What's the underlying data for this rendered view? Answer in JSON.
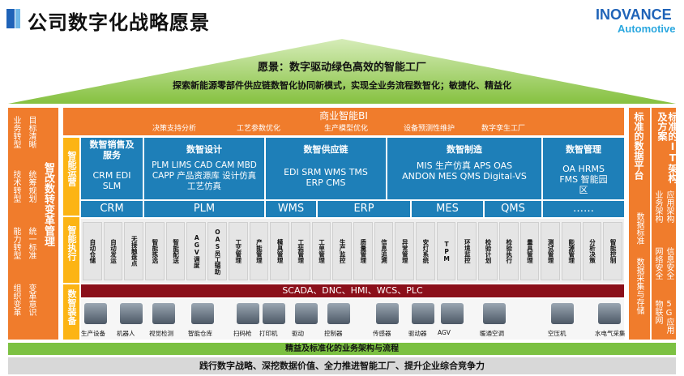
{
  "title": "公司数字化战略愿景",
  "logo": {
    "brand": "INOVANCE",
    "sub": "Automotive"
  },
  "vision": {
    "headline": "愿景：数字驱动绿色高效的智能工厂",
    "tagline": "探索新能源零部件供应链数智化协同新模式，实现全业务流程数智化；敏捷化、精益化"
  },
  "left_panel": {
    "transforms": [
      "业务转型",
      "技术转型",
      "能力转型",
      "组织变革"
    ],
    "goals": [
      "目标清晰",
      "统筹规划",
      "统一标准",
      "变革意识"
    ],
    "title": "智改数转变革管理"
  },
  "bi": {
    "title": "商业智能BI",
    "items": [
      "决策支持分析",
      "工艺参数优化",
      "生产模型优化",
      "设备预测性维护",
      "数字孪生工厂"
    ]
  },
  "row_labels": {
    "ops": "智能运营",
    "exec": "智能执行",
    "equip": "数智装备"
  },
  "capabilities": [
    {
      "title": "数智销售及服务",
      "body": "CRM EDI SLM"
    },
    {
      "title": "数智设计",
      "body": "PLM LIMS CAD CAM MBD CAPP 产品资源库 设计仿真 工艺仿真"
    },
    {
      "title": "数智供应链",
      "body": "EDI SRM WMS TMS ERP CMS"
    },
    {
      "title": "数智制造",
      "body": "MIS 生产仿真 APS OAS ANDON MES QMS Digital-VS"
    },
    {
      "title": "数智管理",
      "body": "OA HRMS FMS 智能园区"
    }
  ],
  "systems": [
    "CRM",
    "PLM",
    "WMS",
    "ERP",
    "MES",
    "QMS",
    "……"
  ],
  "modules": [
    "自动仓储",
    "自动发运",
    "无接触盘点",
    "智能拣选",
    "智能配送",
    "AGV调度",
    "OAS员工辅助",
    "工艺管理",
    "产能管理",
    "模具管理",
    "工装管理",
    "工单管理",
    "生产监控",
    "质量管理",
    "信息追溯",
    "异常管理",
    "安灯系统",
    "TPM",
    "环境监控",
    "检验计划",
    "检验执行",
    "量具管理",
    "测试管理",
    "能源管理",
    "分析决策",
    "智能控制"
  ],
  "scada": "SCADA、DNC、HMI、WCS、PLC",
  "equipment": [
    "生产设备",
    "机器人",
    "视觉检测",
    "智能仓库",
    "扫码枪",
    "打印机",
    "驱动",
    "控制器",
    "传感器",
    "驱动器",
    "AGV",
    "暖通空调",
    "空压机",
    "水电气采集"
  ],
  "right_panel": {
    "data_title": "标准的数据平台",
    "data_items": [
      "数据标准",
      "数据采集与存储"
    ],
    "it_title": "标准的IT架构及方案",
    "it_items": [
      "业务架构",
      "应用架构",
      "网络安全",
      "信息安全",
      "物联网",
      "5G应用"
    ]
  },
  "foundation": "精益及标准化的业务架构与流程",
  "mission": "践行数字战略、深挖数据价值、全力推进智能工厂、提升企业综合竞争力",
  "colors": {
    "orange": "#f07c2c",
    "yellow": "#fcb414",
    "blue": "#1e7fb8",
    "roof": "#92c84a",
    "scada": "#8b0f1a",
    "green": "#7cc142"
  }
}
